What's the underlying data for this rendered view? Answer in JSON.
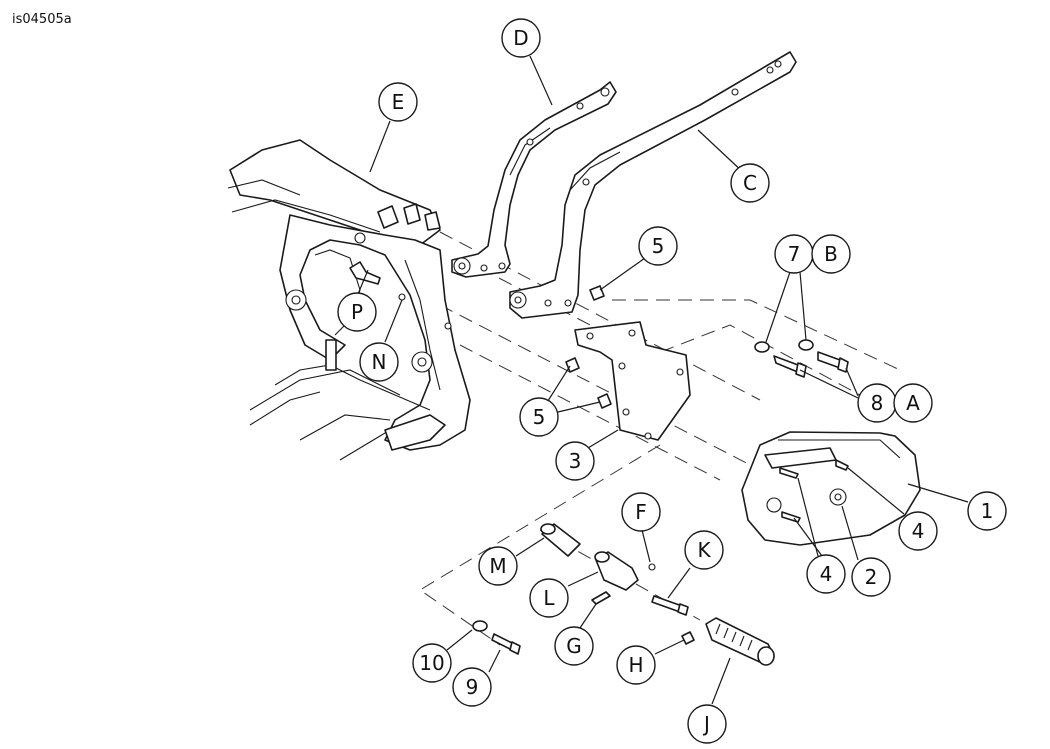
{
  "figure_id": "is04505a",
  "callouts": [
    {
      "id": "D",
      "label": "D"
    },
    {
      "id": "E",
      "label": "E"
    },
    {
      "id": "C",
      "label": "C"
    },
    {
      "id": "5a",
      "label": "5"
    },
    {
      "id": "7",
      "label": "7"
    },
    {
      "id": "B",
      "label": "B"
    },
    {
      "id": "P",
      "label": "P"
    },
    {
      "id": "N",
      "label": "N"
    },
    {
      "id": "8",
      "label": "8"
    },
    {
      "id": "A",
      "label": "A"
    },
    {
      "id": "5b",
      "label": "5"
    },
    {
      "id": "3",
      "label": "3"
    },
    {
      "id": "1",
      "label": "1"
    },
    {
      "id": "4a",
      "label": "4"
    },
    {
      "id": "F",
      "label": "F"
    },
    {
      "id": "K",
      "label": "K"
    },
    {
      "id": "M",
      "label": "M"
    },
    {
      "id": "4b",
      "label": "4"
    },
    {
      "id": "2",
      "label": "2"
    },
    {
      "id": "L",
      "label": "L"
    },
    {
      "id": "G",
      "label": "G"
    },
    {
      "id": "10",
      "label": "10"
    },
    {
      "id": "H",
      "label": "H"
    },
    {
      "id": "9",
      "label": "9"
    },
    {
      "id": "J",
      "label": "J"
    }
  ]
}
